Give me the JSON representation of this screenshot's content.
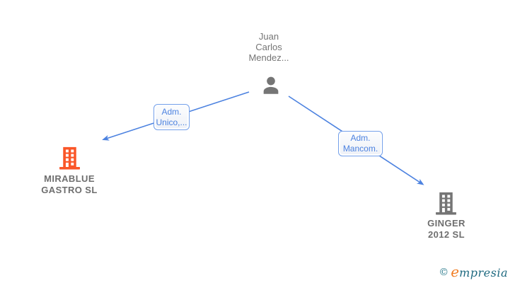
{
  "person": {
    "name_lines": [
      "Juan",
      "Carlos",
      "Mendez..."
    ]
  },
  "edges": [
    {
      "id": "adm-unico",
      "label_lines": [
        "Adm.",
        "Unico,..."
      ]
    },
    {
      "id": "adm-mancom",
      "label_lines": [
        "Adm.",
        "Mancom."
      ]
    }
  ],
  "companies": [
    {
      "name_lines": [
        "MIRABLUE",
        "GASTRO SL"
      ],
      "icon_color": "#fa5628"
    },
    {
      "name_lines": [
        "GINGER",
        "2012 SL"
      ],
      "icon_color": "#757575"
    }
  ],
  "watermark": {
    "copyright_symbol": "©",
    "brand_initial": "e",
    "brand_rest": "mpresia"
  },
  "colors": {
    "edge_blue": "#4c82e0",
    "label_border_blue": "#74a0ea",
    "label_text_blue": "#4c82e0",
    "text_gray": "#757575",
    "person_icon_gray": "#757575",
    "white": "#ffffff"
  }
}
